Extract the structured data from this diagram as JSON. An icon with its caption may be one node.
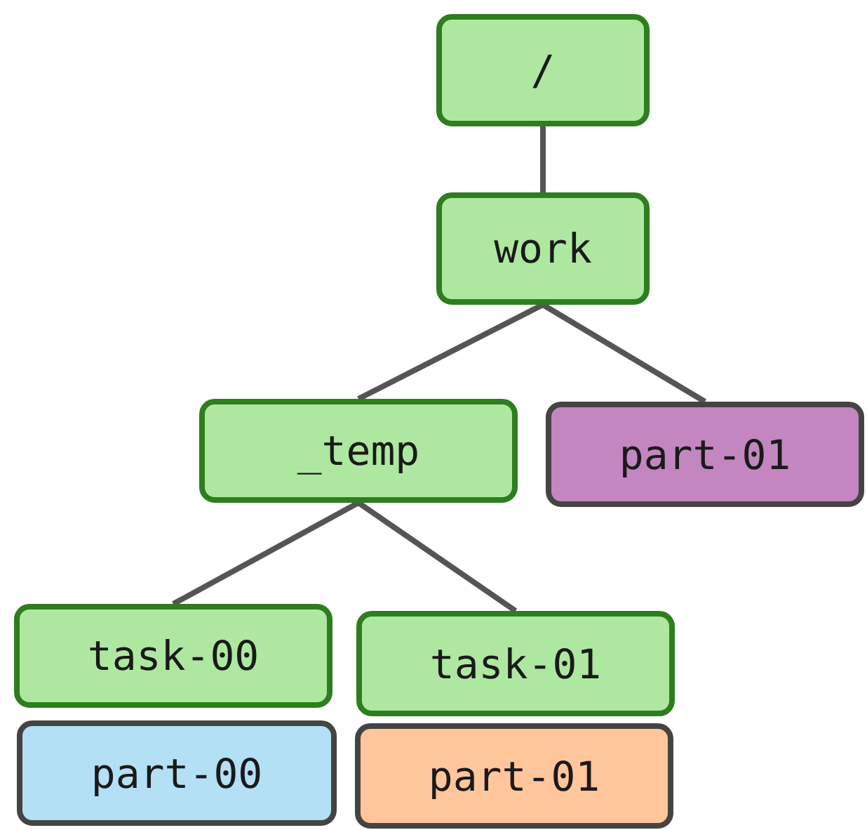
{
  "diagram": {
    "nodes": [
      {
        "text": [
          "/"
        ]
      },
      {
        "text": [
          "work"
        ]
      },
      {
        "text": [
          "_temp"
        ]
      },
      {
        "text": [
          "part-01"
        ]
      },
      {
        "text": [
          "task-00"
        ]
      },
      {
        "text": [
          "task-01"
        ]
      },
      {
        "text": [
          "part-00"
        ]
      },
      {
        "text": [
          "part-01"
        ]
      }
    ],
    "edges": [
      {
        "from": 0,
        "to": 1,
        "arrow": "none"
      },
      {
        "from": 1,
        "to": 2,
        "arrow": "none"
      },
      {
        "from": 1,
        "to": 3,
        "arrow": "none"
      },
      {
        "from": 2,
        "to": 4,
        "arrow": "none"
      },
      {
        "from": 2,
        "to": 5,
        "arrow": "none"
      }
    ]
  }
}
